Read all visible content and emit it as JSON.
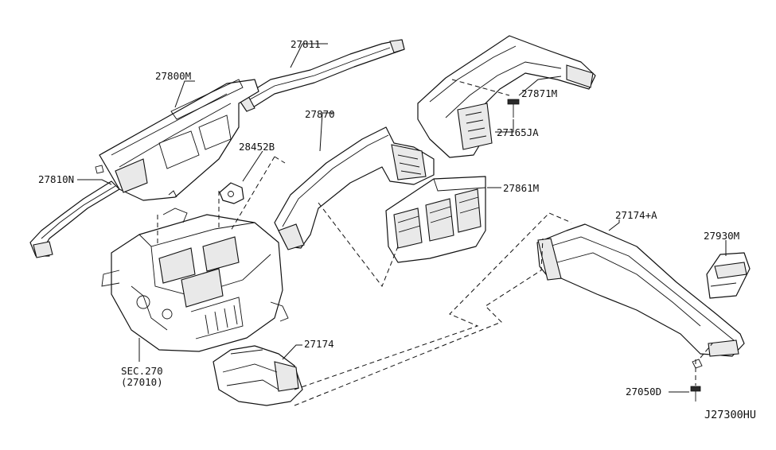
{
  "labels": {
    "p27811": "27811",
    "p27800M": "27800M",
    "p28452B": "28452B",
    "p27810N": "27810N",
    "p27870": "27870",
    "p27871M": "27871M",
    "p27165JA": "27165JA",
    "p27861M": "27861M",
    "p27174A": "27174+A",
    "p27930M": "27930M",
    "p27174": "27174",
    "sec270": "SEC.270",
    "sec27010": "(27010)",
    "p27050D": "27050D",
    "diagram_id": "J27300HU"
  }
}
